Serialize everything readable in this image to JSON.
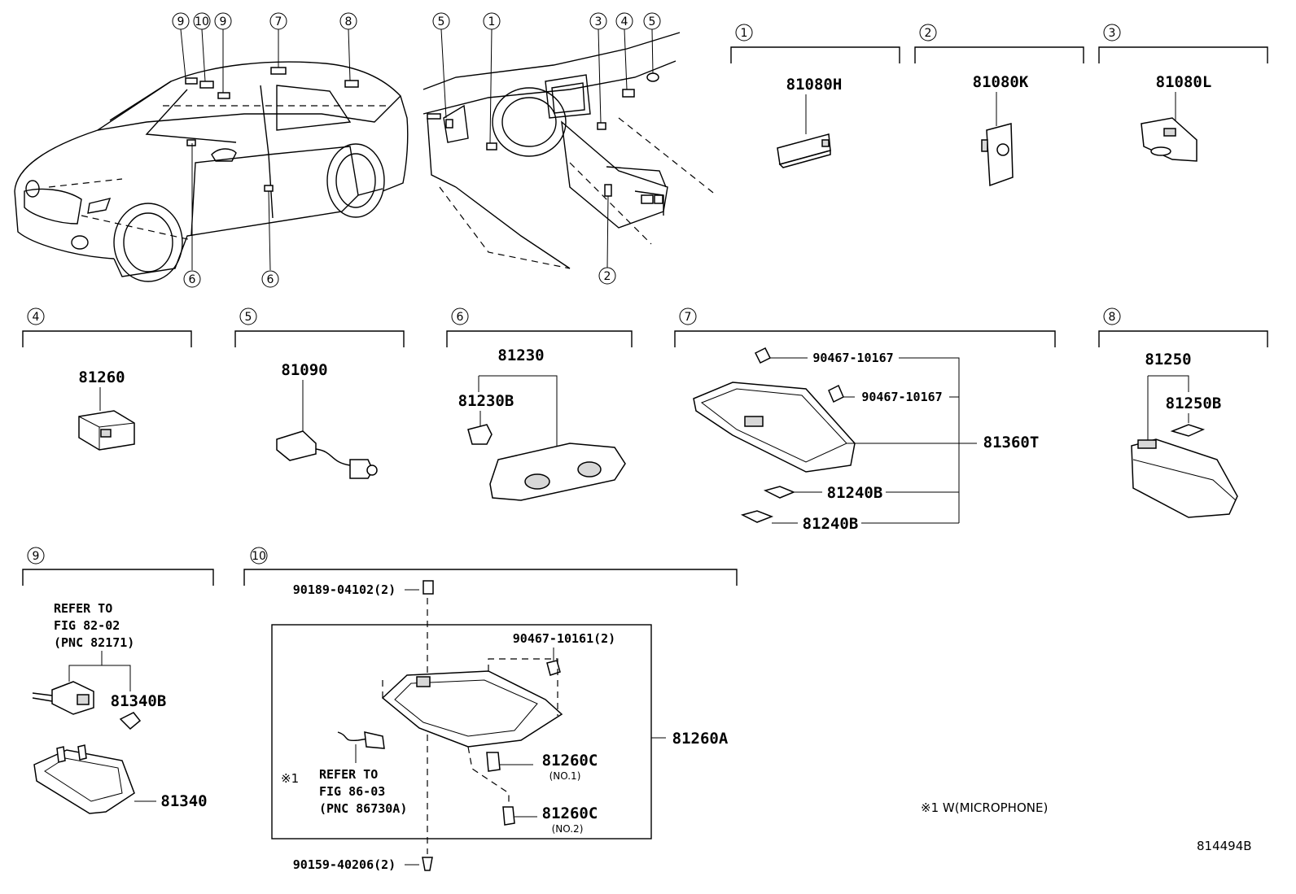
{
  "figure_code": "814494B",
  "callout_numbers": [
    "1",
    "2",
    "3",
    "4",
    "5",
    "6",
    "7",
    "8",
    "9",
    "10"
  ],
  "car_exterior_callouts": [
    "9",
    "10",
    "9",
    "7",
    "8",
    "6",
    "6"
  ],
  "car_interior_callouts": [
    "5",
    "1",
    "3",
    "4",
    "5",
    "2"
  ],
  "groups": {
    "g1": {
      "id": "1",
      "parts": [
        "81080H"
      ]
    },
    "g2": {
      "id": "2",
      "parts": [
        "81080K"
      ]
    },
    "g3": {
      "id": "3",
      "parts": [
        "81080L"
      ]
    },
    "g4": {
      "id": "4",
      "parts": [
        "81260"
      ]
    },
    "g5": {
      "id": "5",
      "parts": [
        "81090"
      ]
    },
    "g6": {
      "id": "6",
      "parts": [
        "81230",
        "81230B"
      ]
    },
    "g7": {
      "id": "7",
      "parts": [
        "90467-10167",
        "90467-10167",
        "81360T",
        "81240B",
        "81240B"
      ]
    },
    "g8": {
      "id": "8",
      "parts": [
        "81250",
        "81250B"
      ]
    },
    "g9": {
      "id": "9",
      "refer_lines": [
        "REFER TO",
        "FIG 82-02",
        "(PNC 82171)"
      ],
      "parts": [
        "81340B",
        "81340"
      ]
    },
    "g10": {
      "id": "10",
      "parts": [
        "90189-04102(2)",
        "90467-10161(2)",
        "81260A",
        "81260C",
        "81260C",
        "90159-40206(2)"
      ],
      "sub_labels": [
        "(NO.1)",
        "(NO.2)"
      ],
      "note_mark": "※1",
      "refer_lines": [
        "REFER TO",
        "FIG 86-03",
        "(PNC 86730A)"
      ]
    }
  },
  "footnote": "※1 W(MICROPHONE)"
}
